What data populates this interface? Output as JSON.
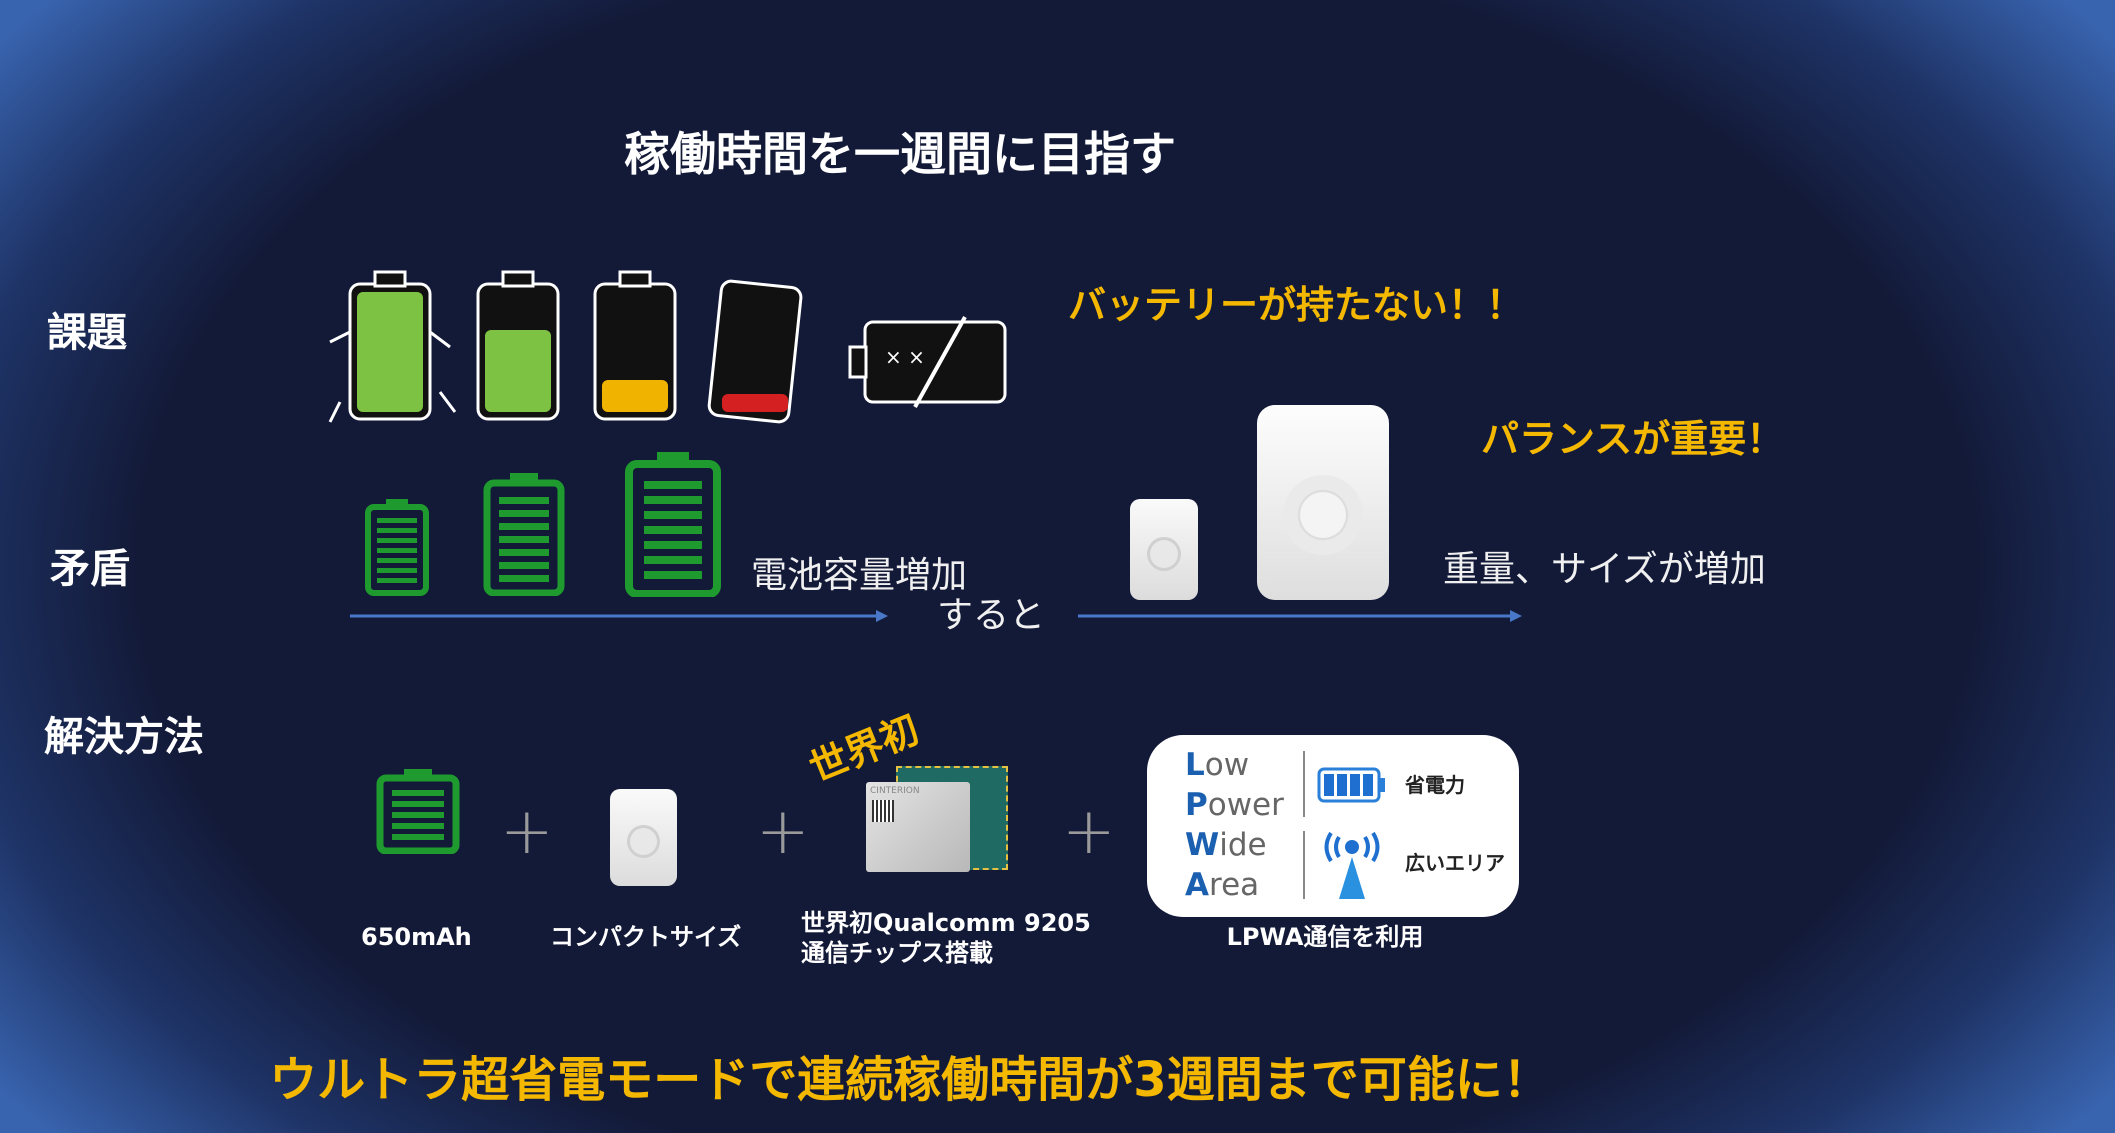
{
  "title": "稼働時間を一週間に目指す",
  "sections": {
    "issue": "課題",
    "contradiction": "矛盾",
    "solution": "解決方法"
  },
  "issue_text": "バッテリーが持たない！！",
  "balance_text": "パランスが重要！",
  "capacity_text": "電池容量増加",
  "then_text": "すると",
  "weight_text": "重量、サイズが増加",
  "first_badge": "世界初",
  "items": [
    {
      "label": "650mAh"
    },
    {
      "label": "コンパクトサイズ"
    },
    {
      "label_line1": "世界初Qualcomm 9205",
      "label_line2": "通信チップス搭載",
      "chip_brand": "CINTERION"
    },
    {
      "label": "LPWA通信を利用"
    }
  ],
  "lpwa": {
    "words": [
      {
        "initial": "L",
        "rest": "ow"
      },
      {
        "initial": "P",
        "rest": "ower"
      },
      {
        "initial": "W",
        "rest": "ide"
      },
      {
        "initial": "A",
        "rest": "rea"
      }
    ],
    "power_saving": "省電力",
    "wide_area": "広いエリア"
  },
  "conclusion": "ウルトラ超省電モードで連続稼働時間が3週間まで可能に！",
  "colors": {
    "accent": "#f5b800",
    "battery_green": "#1e9a2e",
    "arrow": "#4a78c8",
    "background": "#131a38"
  }
}
